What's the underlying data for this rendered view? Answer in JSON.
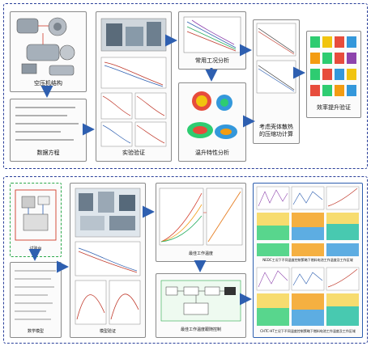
{
  "top": {
    "compressor_structure": "空压机结构",
    "data_equation": "数据方程",
    "experiment_validation": "实验验证",
    "common_conditions": "常用工况分析",
    "temperature_rise": "温升特性分析",
    "shell_heat": "考虑壳体散热\n的压缩功计算",
    "efficiency_check": "效率提升验证"
  },
  "bottom": {
    "test_rig": "试验台",
    "math_model": "数学模型",
    "model_validation": "模型验证",
    "max_temp": "最佳工作温度",
    "max_temp_control": "最佳工作温度跟随控制",
    "nedc_label": "NEDC工况下不同温度控制策略下燃料电池工作温度及工作区域",
    "udc_label": "CHTC-HT工况下不同温度控制策略下燃料电池工作温度及工作区域"
  },
  "colors": {
    "frame": "#2a3f9a",
    "arrow": "#2e5fb0",
    "red": "#d23c2a"
  }
}
